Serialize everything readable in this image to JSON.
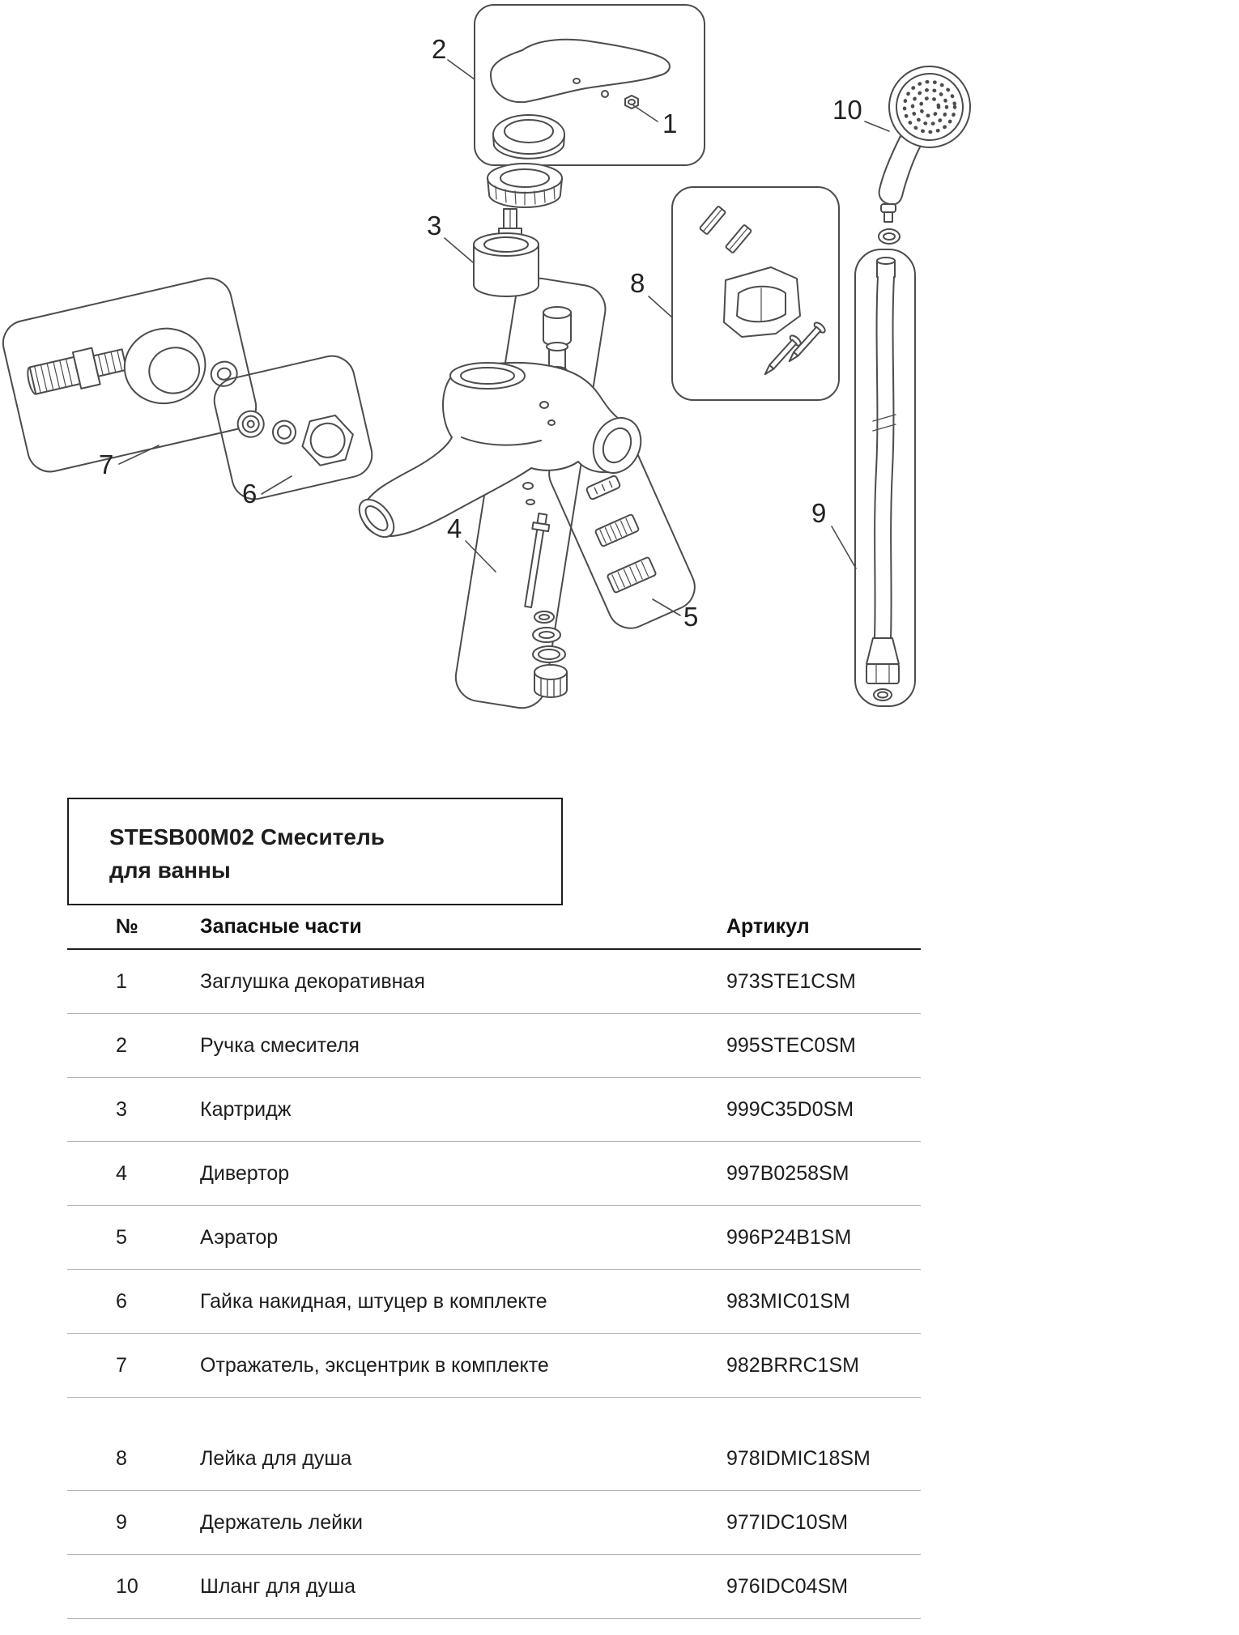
{
  "diagram": {
    "callouts": {
      "c1": "1",
      "c2": "2",
      "c3": "3",
      "c4": "4",
      "c5": "5",
      "c6": "6",
      "c7": "7",
      "c8": "8",
      "c9": "9",
      "c10": "10"
    }
  },
  "table": {
    "title_line1": "STESB00M02 Смеситель",
    "title_line2": "для ванны",
    "headers": {
      "num": "№",
      "parts": "Запасные части",
      "sku": "Артикул"
    },
    "rows": [
      {
        "num": "1",
        "part": "Заглушка декоративная",
        "sku": "973STE1CSM"
      },
      {
        "num": "2",
        "part": "Ручка смесителя",
        "sku": "995STEC0SM"
      },
      {
        "num": "3",
        "part": "Картридж",
        "sku": "999C35D0SM"
      },
      {
        "num": "4",
        "part": "Дивертор",
        "sku": "997B0258SM"
      },
      {
        "num": "5",
        "part": "Аэратор",
        "sku": "996P24B1SM"
      },
      {
        "num": "6",
        "part": "Гайка накидная, штуцер в комплекте",
        "sku": "983MIC01SM"
      },
      {
        "num": "7",
        "part": "Отражатель, эксцентрик в комплекте",
        "sku": "982BRRC1SM"
      },
      {
        "num": "8",
        "part": "Лейка для душа",
        "sku": "978IDMIC18SM"
      },
      {
        "num": "9",
        "part": "Держатель лейки",
        "sku": "977IDC10SM"
      },
      {
        "num": "10",
        "part": "Шланг для душа",
        "sku": "976IDC04SM"
      }
    ]
  }
}
